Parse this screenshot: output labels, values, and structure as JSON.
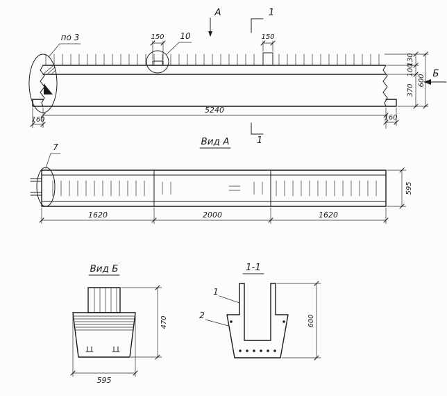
{
  "elevation": {
    "label_po3": "по 3",
    "label_detail_10": "10",
    "dim_plate_left": "150",
    "dim_plate_right": "150",
    "section_arrow_a": "А",
    "section_mark_1_top": "1",
    "section_mark_1_bottom": "1",
    "view_arrow_b": "Б",
    "dim_130": "130",
    "dim_100": "100",
    "dim_370": "370",
    "dim_600": "600",
    "dim_160_left": "160",
    "dim_5240": "5240",
    "dim_160_right": "160"
  },
  "plan": {
    "title": "Вид А",
    "label_detail_7": "7",
    "dim_1620_left": "1620",
    "dim_2000": "2000",
    "dim_1620_right": "1620",
    "dim_595": "595"
  },
  "view_b": {
    "title": "Вид Б",
    "dim_595": "595",
    "dim_470": "470"
  },
  "section_1_1": {
    "title": "1-1",
    "label_pos_1": "1",
    "label_pos_2": "2",
    "dim_600": "600"
  }
}
